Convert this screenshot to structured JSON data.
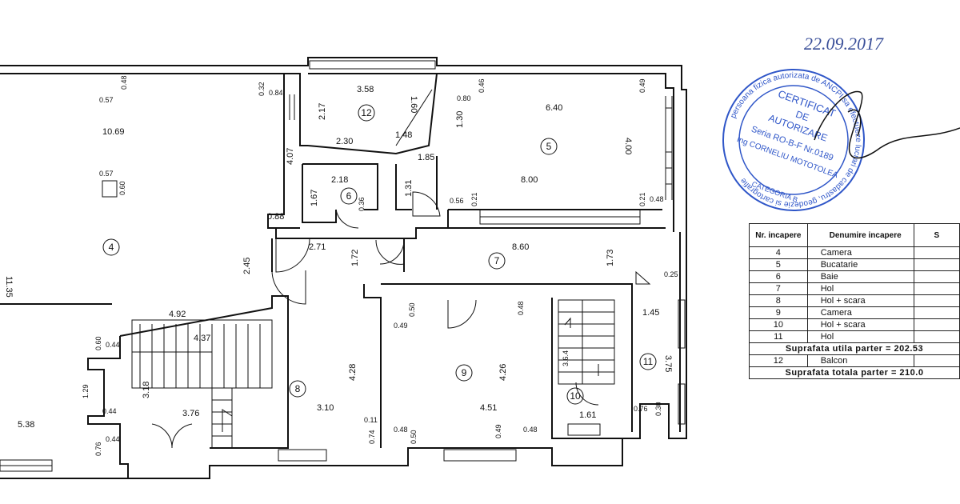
{
  "date": "22.09.2017",
  "stamp": {
    "line1": "CERTIFICAT",
    "line2": "DE",
    "line3": "AUTORIZARE",
    "line4": "Seria RO-B-F Nr.0189",
    "line5": "Ing CORNELIU MOTOTOLEA",
    "line6": "CATEGORIA B",
    "ring": "persoana fizica autorizata de ANCPI sa efectueze lucrari de cadastru, geodezie si cartografie",
    "color": "#2f56c8"
  },
  "room_numbers": [
    "4",
    "5",
    "6",
    "7",
    "8",
    "9",
    "10",
    "11",
    "12"
  ],
  "dimensions": [
    "10.69",
    "0.57",
    "0.48",
    "0.32",
    "0.84",
    "3.58",
    "2.17",
    "1.60",
    "2.30",
    "1.48",
    "0.80",
    "0.46",
    "6.40",
    "0.49",
    "1.30",
    "1.85",
    "4.00",
    "8.00",
    "0.56",
    "0.21",
    "0.21",
    "0.48",
    "4.07",
    "2.18",
    "1.67",
    "0.36",
    "1.31",
    "0.88",
    "2.71",
    "1.72",
    "8.60",
    "1.73",
    "2.45",
    "0.25",
    "4.92",
    "4.37",
    "0.60",
    "0.44",
    "0.50",
    "0.48",
    "0.49",
    "1.45",
    "3.75",
    "4.28",
    "4.26",
    "3.6.4",
    "1.29",
    "3.18",
    "5.38",
    "3.76",
    "3.10",
    "4.51",
    "0.11",
    "0.74",
    "0.48",
    "0.50",
    "0.49",
    "0.48",
    "1.61",
    "0.76",
    "0.30",
    "0.76",
    "0.44",
    "0.57",
    "0.60",
    "11.35"
  ],
  "legend": {
    "headers": [
      "Nr. incapere",
      "Denumire incapere",
      "S"
    ],
    "rows": [
      {
        "nr": "4",
        "name": "Camera",
        "s": ""
      },
      {
        "nr": "5",
        "name": "Bucatarie",
        "s": ""
      },
      {
        "nr": "6",
        "name": "Baie",
        "s": ""
      },
      {
        "nr": "7",
        "name": "Hol",
        "s": ""
      },
      {
        "nr": "8",
        "name": "Hol + scara",
        "s": ""
      },
      {
        "nr": "9",
        "name": "Camera",
        "s": ""
      },
      {
        "nr": "10",
        "name": "Hol + scara",
        "s": ""
      },
      {
        "nr": "11",
        "name": "Hol",
        "s": ""
      }
    ],
    "util": "Suprafata utila parter = 202.53",
    "balcon": {
      "nr": "12",
      "name": "Balcon",
      "s": ""
    },
    "total": "Suprafata totala parter = 210.0"
  }
}
